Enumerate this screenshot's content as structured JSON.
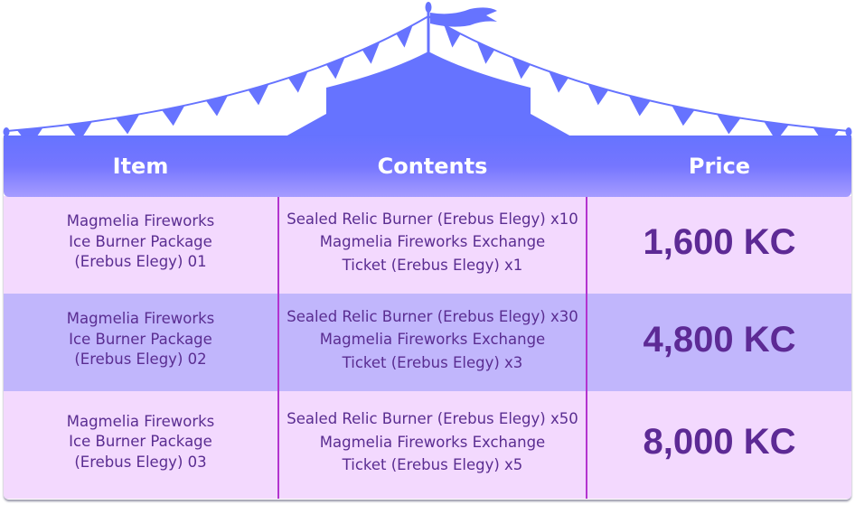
{
  "colors": {
    "tent": "#6673ff",
    "header_text": "#ffffff",
    "row_light": "#f3d9fe",
    "row_dark": "#c1b6fc",
    "divider": "#b334cf",
    "text": "#5a2d91"
  },
  "header": {
    "item": "Item",
    "contents": "Contents",
    "price": "Price"
  },
  "rows": [
    {
      "item": [
        "Magmelia Fireworks",
        "Ice Burner Package",
        "(Erebus Elegy) 01"
      ],
      "contents": [
        "Sealed Relic Burner (Erebus Elegy) x10",
        "Magmelia Fireworks Exchange",
        "Ticket (Erebus Elegy) x1"
      ],
      "price": "1,600 KC"
    },
    {
      "item": [
        "Magmelia Fireworks",
        "Ice Burner Package",
        "(Erebus Elegy) 02"
      ],
      "contents": [
        "Sealed Relic Burner (Erebus Elegy) x30",
        "Magmelia Fireworks Exchange",
        "Ticket (Erebus Elegy) x3"
      ],
      "price": "4,800 KC"
    },
    {
      "item": [
        "Magmelia Fireworks",
        "Ice Burner Package",
        "(Erebus Elegy) 03"
      ],
      "contents": [
        "Sealed Relic Burner (Erebus Elegy) x50",
        "Magmelia Fireworks Exchange",
        "Ticket (Erebus Elegy) x5"
      ],
      "price": "8,000 KC"
    }
  ]
}
